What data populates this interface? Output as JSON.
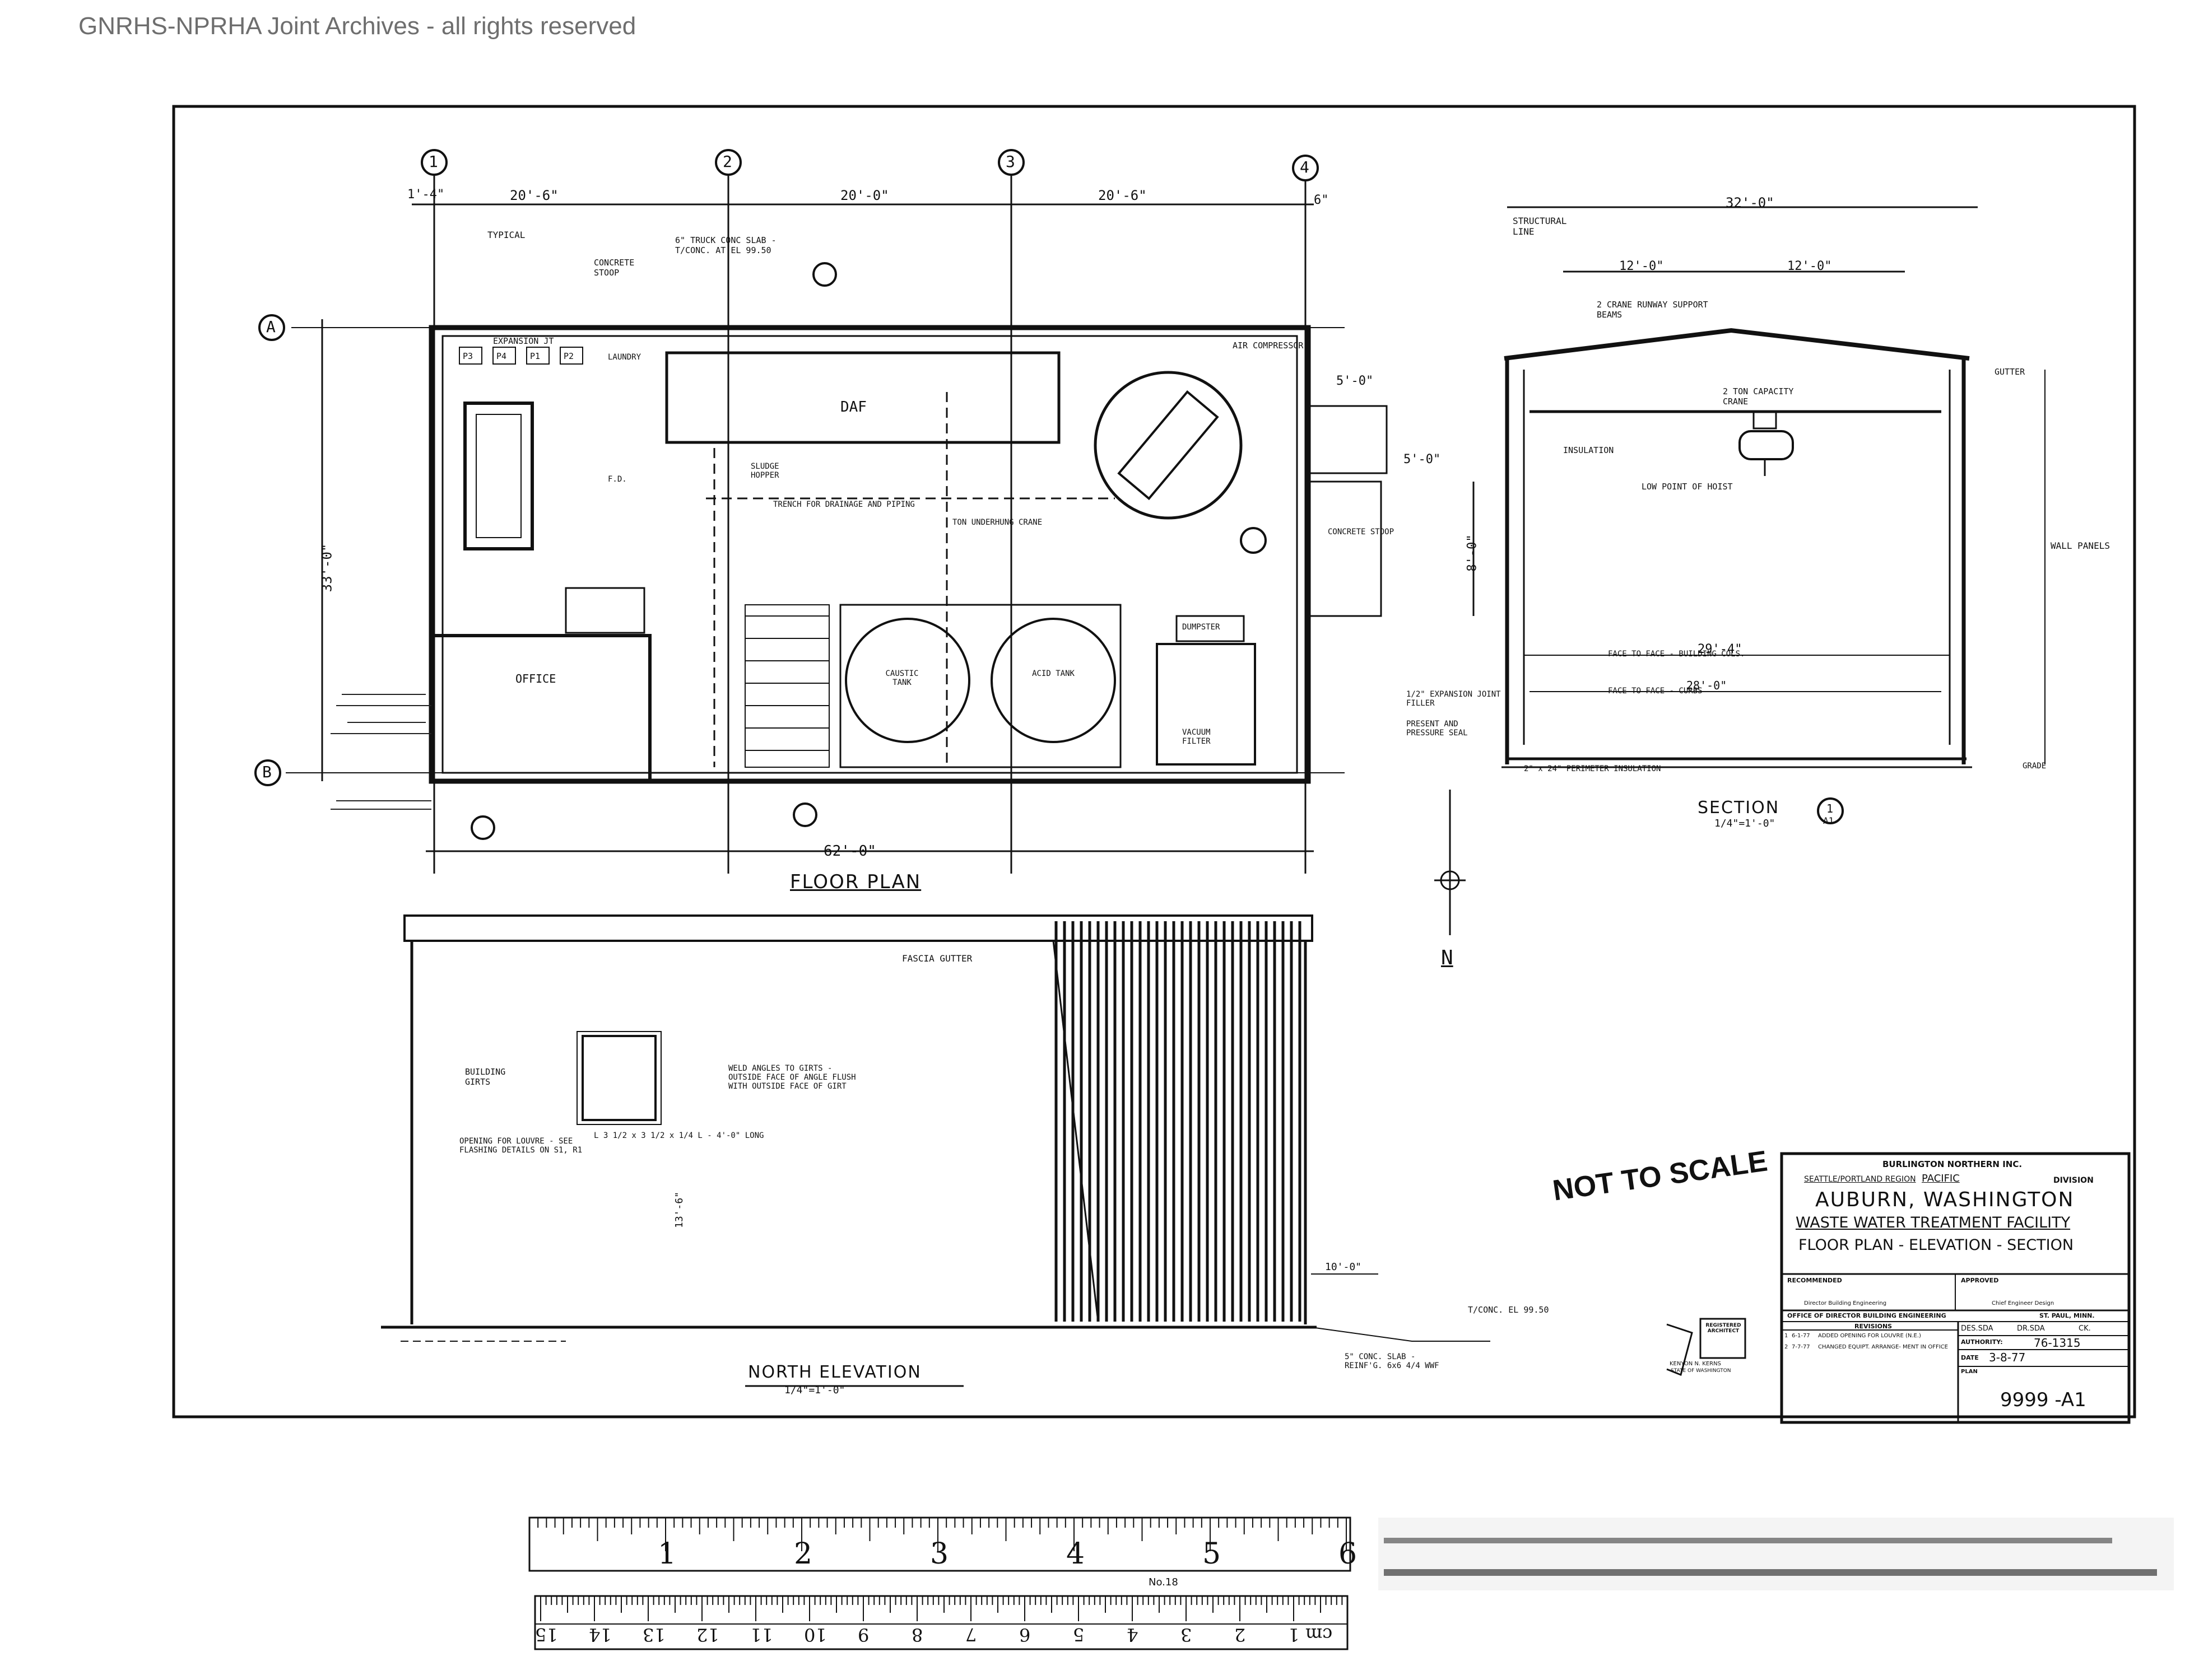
{
  "watermark": "GNRHS-NPRHA Joint Archives - all rights reserved",
  "grid": {
    "columns": [
      "1",
      "2",
      "3",
      "4"
    ],
    "rows": [
      "A",
      "B"
    ]
  },
  "floor_plan": {
    "title": "FLOOR PLAN",
    "dimensions": {
      "d1": "1'-4\"",
      "d2": "20'-6\"",
      "d3": "20'-0\"",
      "d4": "20'-6\"",
      "d5": "6\"",
      "overall": "62'-0\"",
      "height": "33'-0\"",
      "d6": "5'-0\"",
      "d7": "5'-0\"",
      "d8": "8'-0\""
    },
    "labels": {
      "typical": "TYPICAL",
      "truck_slab": "6\" TRUCK CONC SLAB - T/CONC. AT EL 99.50",
      "concrete_stoop": "CONCRETE STOOP",
      "expansion": "EXPANSION JT",
      "panels": [
        "P3",
        "P4",
        "P1",
        "P2"
      ],
      "laundry": "LAUNDRY",
      "daf": "DAF",
      "air_compressor": "AIR COMPRESSOR",
      "sludge_hopper": "SLUDGE HOPPER",
      "trench": "TRENCH FOR DRAINAGE AND PIPING",
      "ton_crane": "TON UNDERHUNG CRANE",
      "concrete_stoop2": "CONCRETE STOOP",
      "caustic_tank": "CAUSTIC TANK",
      "acid_tank": "ACID TANK",
      "dumpster": "DUMPSTER",
      "vacuum_filter": "VACUUM FILTER",
      "office": "OFFICE",
      "fd": "F.D.",
      "expansion_joint_filler": "1/2\" EXPANSION JOINT FILLER",
      "pressure_seal": "PRESENT AND PRESSURE SEAL"
    }
  },
  "section": {
    "title": "SECTION",
    "scale": "1/4\"=1'-0\"",
    "marker": {
      "num": "1",
      "sheet": "A1"
    },
    "dimensions": {
      "overall": "32'-0\"",
      "half1": "12'-0\"",
      "half2": "12'-0\"",
      "clear": "29'-4\"",
      "inner": "28'-0\""
    },
    "labels": {
      "structural_line": "STRUCTURAL LINE",
      "crane_runway": "2 CRANE RUNWAY SUPPORT BEAMS",
      "capacity_crane": "2 TON CAPACITY CRANE",
      "gutter": "GUTTER",
      "insulation": "INSULATION",
      "low_point": "LOW POINT OF HOIST",
      "wall_panels": "WALL PANELS",
      "face_to_face": "FACE TO FACE - BUILDING COLS.",
      "face_curbs": "FACE TO FACE - CURBS",
      "perimeter": "2\" x 24\" PERIMETER INSULATION",
      "grade": "GRADE"
    }
  },
  "north_elevation": {
    "title": "NORTH ELEVATION",
    "scale": "1/4\"=1'-0\"",
    "labels": {
      "fascia": "FASCIA GUTTER",
      "building_girts": "BUILDING GIRTS",
      "weld": "WELD ANGLES TO GIRTS - OUTSIDE FACE OF ANGLE FLUSH WITH OUTSIDE FACE OF GIRT",
      "louvre": "OPENING FOR LOUVRE - SEE FLASHING DETAILS ON S1, R1",
      "angle": "L 3 1/2 x 3 1/2 x 1/4 L - 4'-0\" LONG",
      "height": "13'-6\"",
      "dim10": "10'-0\"",
      "tconc": "T/CONC. EL 99.50",
      "slab": "5\" CONC. SLAB - REINF'G. 6x6 4/4 WWF"
    }
  },
  "north_arrow": "N",
  "stamp_not_to_scale": "NOT TO SCALE",
  "title_block": {
    "company": "BURLINGTON NORTHERN INC.",
    "region": "SEATTLE/PORTLAND REGION",
    "division": "PACIFIC",
    "division_word": "DIVISION",
    "location": "AUBURN, WASHINGTON",
    "facility": "WASTE WATER TREATMENT FACILITY",
    "sheet_title": "FLOOR PLAN - ELEVATION - SECTION",
    "recommended_label": "RECOMMENDED",
    "recommended_sub": "Director Building Engineering",
    "approved_label": "APPROVED",
    "approved_sub": "Chief Engineer Design",
    "office": "OFFICE OF DIRECTOR BUILDING ENGINEERING",
    "city": "ST. PAUL, MINN.",
    "revisions_label": "REVISIONS",
    "revisions": [
      {
        "mark": "1",
        "date": "6-1-77",
        "text": "ADDED OPENING FOR LOUVRE (N.E.)"
      },
      {
        "mark": "2",
        "date": "7-7-77",
        "text": "CHANGED EQUIPT. ARRANGE- MENT IN OFFICE"
      }
    ],
    "drawn_by": "DES.SDA",
    "drawn_by2": "DR.SDA",
    "checked": "CK.",
    "authority_label": "AUTHORITY:",
    "authority": "76-1315",
    "date_label": "DATE",
    "date": "3-8-77",
    "plan_label": "PLAN",
    "plan_number": "9999 -A1"
  },
  "architect_stamp": {
    "line1": "REGISTERED ARCHITECT",
    "line2": "KENYON N. KERNS",
    "line3": "STATE OF WASHINGTON"
  },
  "ruler": {
    "inch_marks": [
      "1",
      "2",
      "3",
      "4",
      "5",
      "6"
    ],
    "cm_marks": [
      "1",
      "2",
      "3",
      "4",
      "5",
      "6",
      "7",
      "8",
      "9",
      "10",
      "11",
      "12",
      "13",
      "14",
      "15"
    ],
    "cm_unit": "cm",
    "brand": "No.18"
  }
}
